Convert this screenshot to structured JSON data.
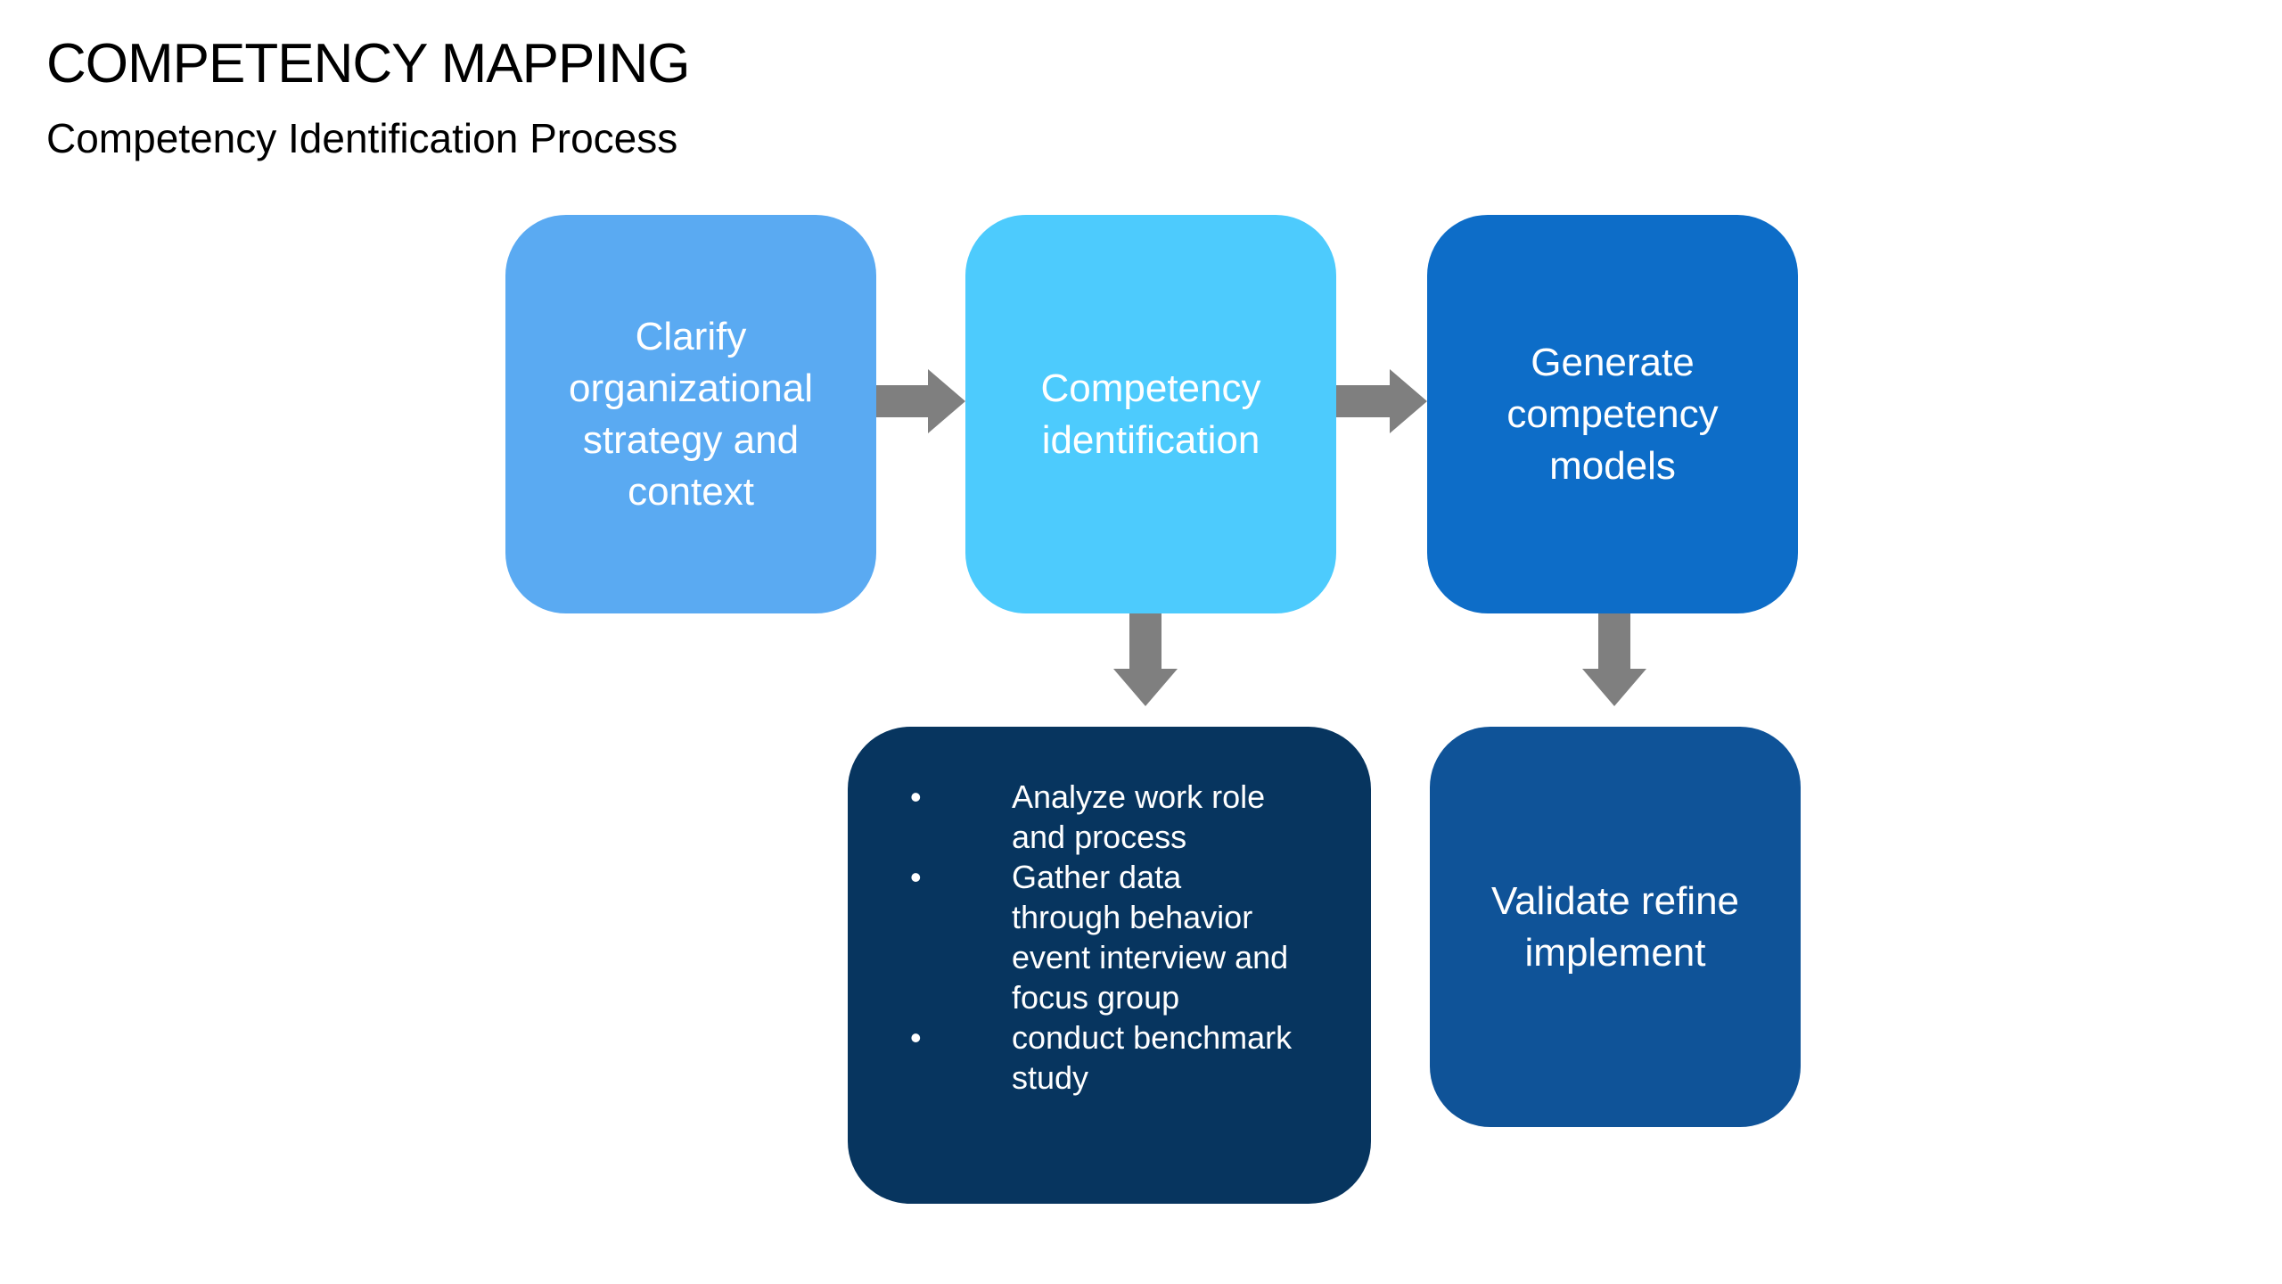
{
  "header": {
    "title": "COMPETENCY MAPPING",
    "subtitle": "Competency Identification Process"
  },
  "colors": {
    "box_clarify": "#5aaaf2",
    "box_identification": "#4dcbfd",
    "box_generate": "#0d6dc8",
    "box_activities": "#07355f",
    "box_validate": "#0f5398",
    "arrow": "#7f7f7f"
  },
  "steps": {
    "clarify": "Clarify organizational strategy and context",
    "identification": "Competency identification",
    "generate": "Generate competency models",
    "validate": "Validate refine implement"
  },
  "activities": {
    "bullet_symbol": "•",
    "items": [
      "Analyze work role and process",
      "Gather data through behavior event interview and focus group",
      "conduct benchmark study"
    ]
  },
  "icons": {
    "connector": "block-arrow"
  }
}
